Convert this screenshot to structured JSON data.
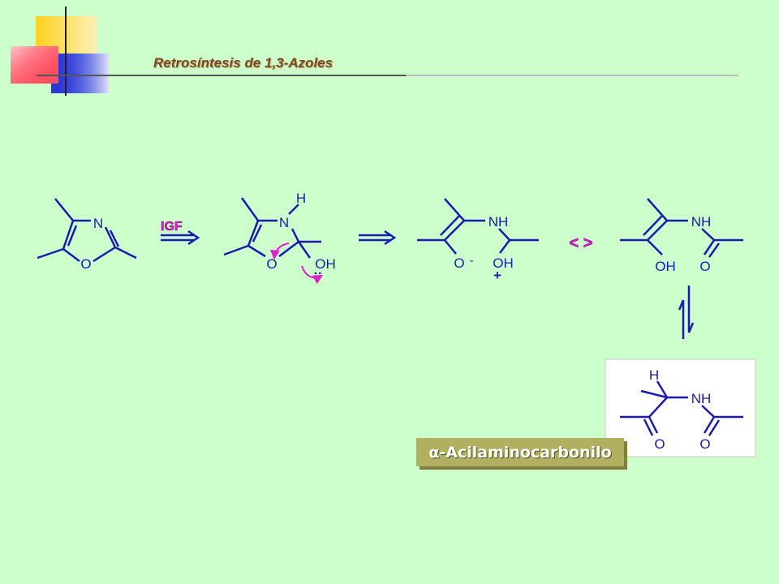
{
  "slide": {
    "title": "Retrosíntesis de 1,3-Azoles",
    "badge": {
      "greek": "α",
      "text": "-Acilaminocarbonilo"
    }
  },
  "labels": {
    "n": "N",
    "o": "O",
    "h": "H",
    "oh": "OH",
    "nh": "NH",
    "o_minus": "O",
    "minus": "-",
    "plus": "+",
    "igf": "IGF",
    "resonance": "< >",
    "lone_pair": "··"
  },
  "colors": {
    "background": "#ccffcc",
    "bond": "#1a1ab0",
    "atom_label": "#1a1ab0",
    "highlight": "#e020d0",
    "title": "#7a4a1c",
    "badge_bg": "#b0b060"
  }
}
